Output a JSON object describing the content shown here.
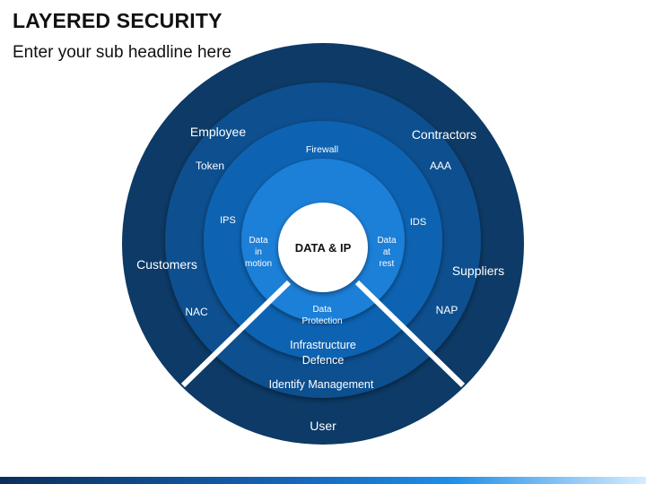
{
  "header": {
    "title": "LAYERED SECURITY",
    "subtitle": "Enter your sub headline here"
  },
  "colors": {
    "ring_outer": "#0d3a66",
    "ring_2": "#0a4f8f",
    "ring_3": "#0b64b2",
    "ring_4": "#1b7fd8",
    "ring_inner": "#3d9ff2",
    "core": "#ffffff",
    "core_text": "#111111",
    "divider": "#ffffff"
  },
  "rings": [
    {
      "id": "outer",
      "labels": {
        "top_left": "Employee",
        "top_right": "Contractors",
        "left": "Customers",
        "right": "Suppliers",
        "bottom": "User"
      }
    },
    {
      "id": "ring2",
      "labels": {
        "top_left": "Token",
        "top_right": "AAA",
        "left": "NAC",
        "right": "NAP",
        "bottom": "Identify Management"
      }
    },
    {
      "id": "ring3",
      "labels": {
        "left": "IPS",
        "right": "IDS",
        "bottom_line1": "Infrastructure",
        "bottom_line2": "Defence"
      }
    },
    {
      "id": "ring4",
      "labels": {
        "top": "Firewall",
        "left_line1": "Data",
        "left_line2": "in",
        "left_line3": "motion",
        "right_line1": "Data",
        "right_line2": "at",
        "right_line3": "rest",
        "bottom_line1": "Data",
        "bottom_line2": "Protection"
      }
    }
  ],
  "core": {
    "label": "DATA & IP"
  }
}
